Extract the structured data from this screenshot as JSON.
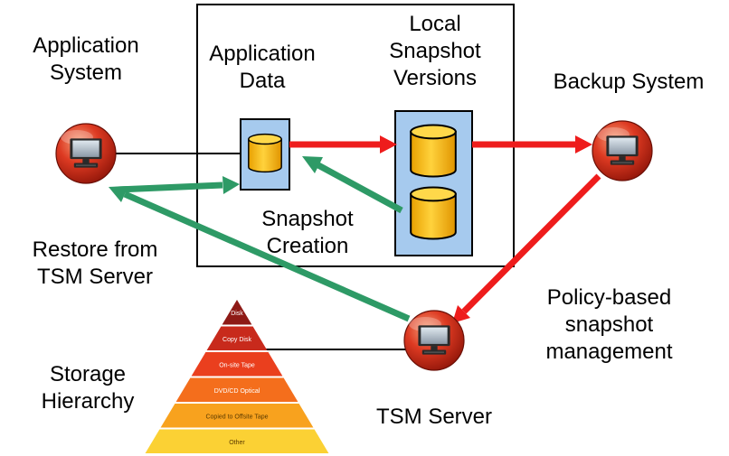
{
  "labels": {
    "application_system": [
      "Application",
      "System"
    ],
    "application_data": [
      "Application",
      "Data"
    ],
    "local_snapshot_versions": [
      "Local",
      "Snapshot",
      "Versions"
    ],
    "backup_system": "Backup System",
    "snapshot_creation": [
      "Snapshot",
      "Creation"
    ],
    "restore_from_tsm": [
      "Restore from",
      "TSM Server"
    ],
    "policy_based": [
      "Policy-based",
      "snapshot",
      "management"
    ],
    "storage_hierarchy": [
      "Storage",
      "Hierarchy"
    ],
    "tsm_server": "TSM Server"
  },
  "pyramid": {
    "tiers": [
      {
        "label": "Disk",
        "color": "#8e1a16"
      },
      {
        "label": "Copy Disk",
        "color": "#c82a1c"
      },
      {
        "label": "On-site Tape",
        "color": "#ea3f1e"
      },
      {
        "label": "DVD/CD Optical",
        "color": "#f46e1c"
      },
      {
        "label": "Copied to Offsite Tape",
        "color": "#f8a21e"
      },
      {
        "label": "Other",
        "color": "#fbd134"
      }
    ]
  },
  "colors": {
    "red_arrow": "#ee1c1c",
    "green_arrow": "#2e9a66",
    "node_red": "#d8321e",
    "db_box": "#a6caee",
    "cylinder": "#f5b800"
  },
  "icons": {
    "node": "computer-monitor-icon",
    "database": "database-cylinder-icon"
  }
}
